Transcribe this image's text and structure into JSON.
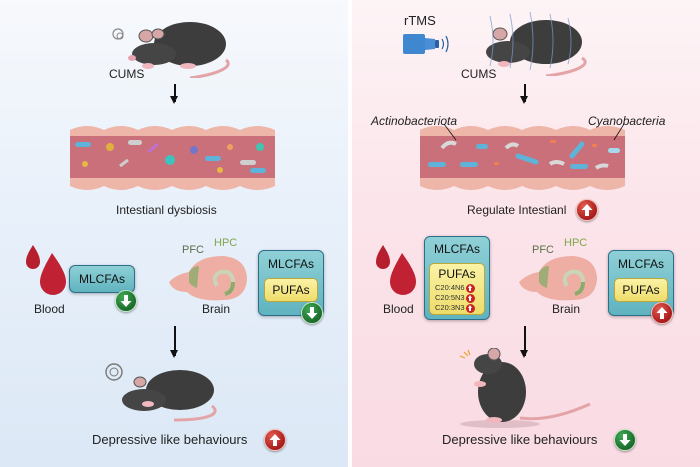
{
  "left_panel": {
    "theme": "control",
    "stress_label": "CUMS",
    "intestine_label": "Intestianl dysbiosis",
    "blood": {
      "label": "Blood",
      "box_label": "MLCFAs",
      "trend": "down"
    },
    "brain": {
      "label": "Brain",
      "region_pfc": "PFC",
      "region_hpc": "HPC",
      "outer_label": "MLCFAs",
      "inner_label": "PUFAs",
      "trend": "down"
    },
    "outcome": {
      "label": "Depressive like behaviours",
      "trend": "up"
    }
  },
  "right_panel": {
    "theme": "treatment",
    "treatment_label": "rTMS",
    "stress_label": "CUMS",
    "bacteria": [
      "Actinobacteriota",
      "Cyanobacteria"
    ],
    "intestine_label": "Regulate Intestianl",
    "intestine_trend": "up",
    "blood": {
      "label": "Blood",
      "outer_label": "MLCFAs",
      "inner_label": "PUFAs",
      "fatty_acids": [
        {
          "name": "C20:4N6",
          "trend": "up"
        },
        {
          "name": "C20:5N3",
          "trend": "up"
        },
        {
          "name": "C20:3N3",
          "trend": "up"
        }
      ]
    },
    "brain": {
      "label": "Brain",
      "region_pfc": "PFC",
      "region_hpc": "HPC",
      "outer_label": "MLCFAs",
      "inner_label": "PUFAs",
      "trend": "up"
    },
    "outcome": {
      "label": "Depressive like behaviours",
      "trend": "down"
    }
  },
  "colors": {
    "up_badge": "#b52222",
    "down_badge": "#2a8a3e",
    "left_background": "#e3edf8",
    "right_background": "#fae0e7",
    "pfc_color": "#5a6e4a",
    "hpc_color": "#7fa84a"
  }
}
